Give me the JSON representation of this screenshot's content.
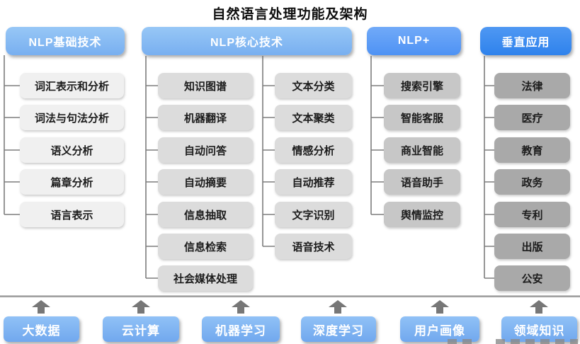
{
  "title": "自然语言处理功能及架构",
  "columns": [
    {
      "header": "NLP基础技术",
      "items": [
        "词汇表示和分析",
        "词法与句法分析",
        "语义分析",
        "篇章分析",
        "语言表示"
      ]
    },
    {
      "header": "NLP核心技术",
      "items_left": [
        "知识图谱",
        "机器翻译",
        "自动问答",
        "自动摘要",
        "信息抽取",
        "信息检索",
        "社会媒体处理"
      ],
      "items_right": [
        "文本分类",
        "文本聚类",
        "情感分析",
        "自动推荐",
        "文字识别",
        "语音技术"
      ]
    },
    {
      "header": "NLP+",
      "items": [
        "搜索引擎",
        "智能客服",
        "商业智能",
        "语音助手",
        "舆情监控"
      ]
    },
    {
      "header": "垂直应用",
      "items": [
        "法律",
        "医疗",
        "教育",
        "政务",
        "专利",
        "出版",
        "公安"
      ]
    }
  ],
  "foundation_items": [
    "大数据",
    "云计算",
    "机器学习",
    "深度学习",
    "用户画像",
    "领域知识"
  ],
  "colors": {
    "header_light_blue": "#82b6f1",
    "header_medium_blue": "#5d9cf6",
    "header_deep_blue": "#3b8bef",
    "item_gray_level1": "#f0f0f0",
    "item_gray_level2": "#dcdcdc",
    "item_gray_level3": "#c7c7c7",
    "item_gray_level4": "#a9a9a9",
    "foundation_blue": "#7fb4f2",
    "connector_gray": "#7d7d7d",
    "arrow_gray": "#777777",
    "divider_gray": "#999999"
  }
}
